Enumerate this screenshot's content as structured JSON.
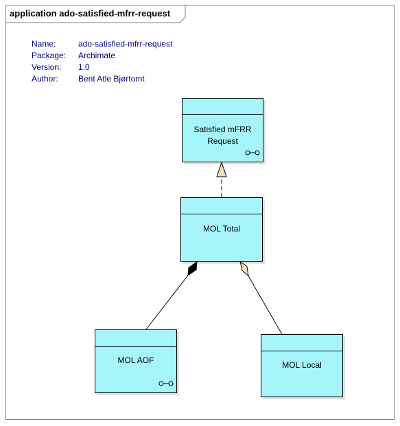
{
  "frame": {
    "title": "application ado-satisfied-mfrr-request"
  },
  "metadata": {
    "name_label": "Name:",
    "name_value": "ado-satisfied-mfrr-request",
    "package_label": "Package:",
    "package_value": "Archimate",
    "version_label": "Version:",
    "version_value": "1.0",
    "author_label": "Author:",
    "author_value": "Bent Atle Bjørtomt"
  },
  "nodes": {
    "satisfied_request": {
      "line1": "Satisfied mFRR",
      "line2": "Request",
      "icon": "association-icon"
    },
    "mol_total": {
      "label": "MOL Total"
    },
    "mol_aof": {
      "label": "MOL AOF",
      "icon": "association-icon"
    },
    "mol_local": {
      "label": "MOL Local"
    }
  },
  "relations": [
    {
      "from": "MOL Total",
      "to": "Satisfied mFRR Request",
      "type": "realization"
    },
    {
      "from": "MOL AOF",
      "to": "MOL Total",
      "type": "composition"
    },
    {
      "from": "MOL Local",
      "to": "MOL Total",
      "type": "aggregation"
    }
  ],
  "colors": {
    "node_fill": "#a6f5fb",
    "metadata_text": "#000080",
    "realization_arrow_fill": "#f7dcb4",
    "aggregation_diamond_fill": "#f7dcb4"
  }
}
